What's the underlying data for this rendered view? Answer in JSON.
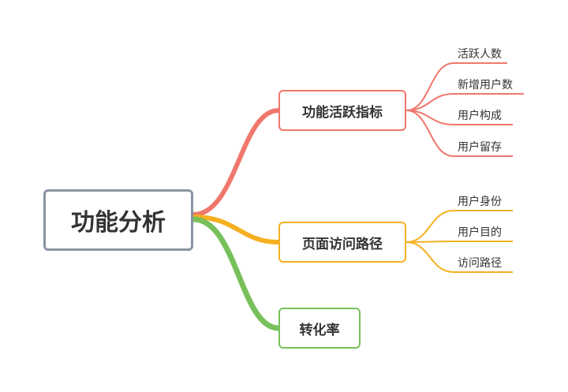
{
  "root": {
    "label": "功能分析",
    "color": "#8a94a3"
  },
  "branches": [
    {
      "label": "功能活跃指标",
      "color": "#f0776c",
      "leaves": [
        "活跃人数",
        "新增用户数",
        "用户构成",
        "用户留存"
      ]
    },
    {
      "label": "页面访问路径",
      "color": "#f5b021",
      "leaves": [
        "用户身份",
        "用户目的",
        "访问路径"
      ]
    },
    {
      "label": "转化率",
      "color": "#77c05a",
      "leaves": []
    }
  ]
}
